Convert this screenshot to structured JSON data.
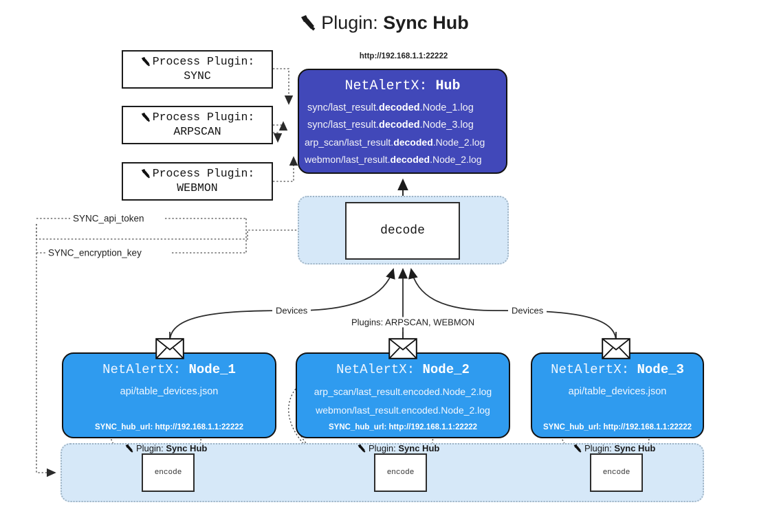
{
  "title": {
    "icon": "plug-icon",
    "prefix": "Plugin: ",
    "name": "Sync Hub"
  },
  "process_plugins": [
    {
      "icon": "plug-icon",
      "line1": "Process Plugin:",
      "line2": "SYNC"
    },
    {
      "icon": "plug-icon",
      "line1": "Process Plugin:",
      "line2": "ARPSCAN"
    },
    {
      "icon": "plug-icon",
      "line1": "Process Plugin:",
      "line2": "WEBMON"
    }
  ],
  "hub": {
    "url": "http://192.168.1.1:22222",
    "title_prefix": "NetAlertX: ",
    "title_name": "Hub",
    "log_lines": [
      {
        "pre": "sync/last_result.",
        "mid": "decoded",
        "post": ".Node_1.log"
      },
      {
        "pre": "sync/last_result.",
        "mid": "decoded",
        "post": ".Node_3.log"
      },
      {
        "pre": "arp_scan/last_result.",
        "mid": "decoded",
        "post": ".Node_2.log"
      },
      {
        "pre": "webmon/last_result.",
        "mid": "decoded",
        "post": ".Node_2.log"
      }
    ]
  },
  "decode": {
    "label": "decode"
  },
  "keys": {
    "api_token": "SYNC_api_token",
    "encryption_key": "SYNC_encryption_key"
  },
  "edges": {
    "devices_left": "Devices",
    "devices_right": "Devices",
    "plugins_center": "Plugins: ARPSCAN, WEBMON"
  },
  "nodes": [
    {
      "title_prefix": "NetAlertX: ",
      "title_name": "Node_1",
      "lines": [
        "api/table_devices.json"
      ],
      "footer": "SYNC_hub_url: http://192.168.1.1:22222"
    },
    {
      "title_prefix": "NetAlertX: ",
      "title_name": "Node_2",
      "lines": [
        "arp_scan/last_result.encoded.Node_2.log",
        "webmon/last_result.encoded.Node_2.log"
      ],
      "footer": "SYNC_hub_url: http://192.168.1.1:22222"
    },
    {
      "title_prefix": "NetAlertX: ",
      "title_name": "Node_3",
      "lines": [
        "api/table_devices.json"
      ],
      "footer": "SYNC_hub_url: http://192.168.1.1:22222"
    }
  ],
  "encoders": [
    {
      "plugin_prefix": "Plugin: ",
      "plugin_name": "Sync Hub",
      "box_label": "encode"
    },
    {
      "plugin_prefix": "Plugin: ",
      "plugin_name": "Sync Hub",
      "box_label": "encode"
    },
    {
      "plugin_prefix": "Plugin: ",
      "plugin_name": "Sync Hub",
      "box_label": "encode"
    }
  ],
  "colors": {
    "hub_fill": "#4148b9",
    "node_fill": "#2f9bef",
    "container_fill": "#d6e8f8",
    "stroke": "#121212",
    "dotted": "#9fb3c4"
  }
}
